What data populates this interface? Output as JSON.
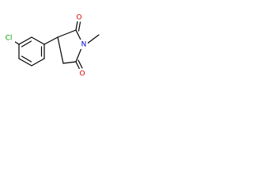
{
  "molecule": {
    "atoms": {
      "chlorine": {
        "symbol": "Cl",
        "color": "#00a000"
      },
      "nitrogen": {
        "symbol": "N",
        "color": "#0000e0"
      },
      "oxygen_top": {
        "symbol": "O",
        "color": "#e00000"
      },
      "oxygen_bottom": {
        "symbol": "O",
        "color": "#e00000"
      }
    },
    "bond_color": "#000000"
  }
}
